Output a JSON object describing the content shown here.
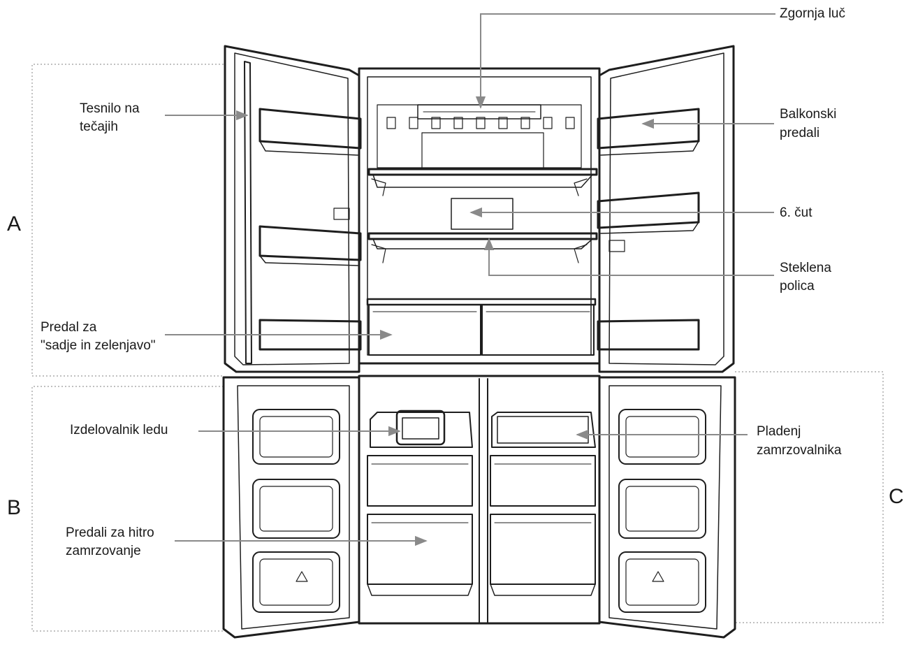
{
  "sections": {
    "a": "A",
    "b": "B",
    "c": "C"
  },
  "labels": {
    "zgornja_luc": "Zgornja luč",
    "tesnilo_l1": "Tesnilo na",
    "tesnilo_l2": "tečajih",
    "balkonski_l1": "Balkonski",
    "balkonski_l2": "predali",
    "sesti_cut": "6. čut",
    "steklena_l1": "Steklena",
    "steklena_l2": "polica",
    "predal_l1": "Predal za",
    "predal_l2": "\"sadje in zelenjavo\"",
    "izdelovalnik": "Izdelovalnik ledu",
    "pladenj_l1": "Pladenj",
    "pladenj_l2": "zamrzovalnika",
    "hitro_l1": "Predali za hitro",
    "hitro_l2": "zamrzovanje"
  },
  "colors": {
    "outline": "#1e1e1e",
    "arrow": "#8a8a8a",
    "frame": "#9a9a9a",
    "text": "#1a1a1a"
  }
}
